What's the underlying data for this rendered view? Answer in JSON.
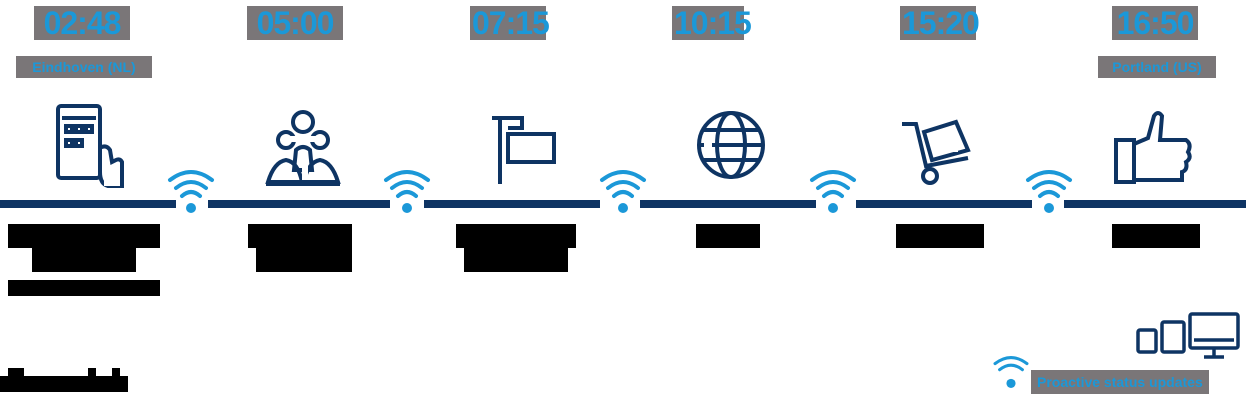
{
  "timeline": {
    "steps": [
      {
        "time": "02:48",
        "location": "Eindhoven (NL)",
        "icon": "tablet-touch-icon",
        "label": "[redacted]"
      },
      {
        "time": "05:00",
        "location": "",
        "icon": "people-icon",
        "label": "[redacted]"
      },
      {
        "time": "07:15",
        "location": "",
        "icon": "flag-icon",
        "label": "[redacted]"
      },
      {
        "time": "10:15",
        "location": "",
        "icon": "globe-icon",
        "label": "[redacted]"
      },
      {
        "time": "15:20",
        "location": "",
        "icon": "cart-icon",
        "label": "[redacted]"
      },
      {
        "time": "16:50",
        "location": "Portland (US)",
        "icon": "thumbs-up-icon",
        "label": "[redacted]"
      }
    ],
    "connector_icon": "wifi-icon"
  },
  "legend": {
    "devices_icon": "devices-icon",
    "wifi_icon": "wifi-icon",
    "text": "Proactive status updates"
  },
  "footer": {
    "note": "[redacted]"
  },
  "colors": {
    "accent_blue": "#1b98d8",
    "navy": "#0e3463",
    "mask_gray": "#7a7678",
    "redaction": "#000000"
  }
}
